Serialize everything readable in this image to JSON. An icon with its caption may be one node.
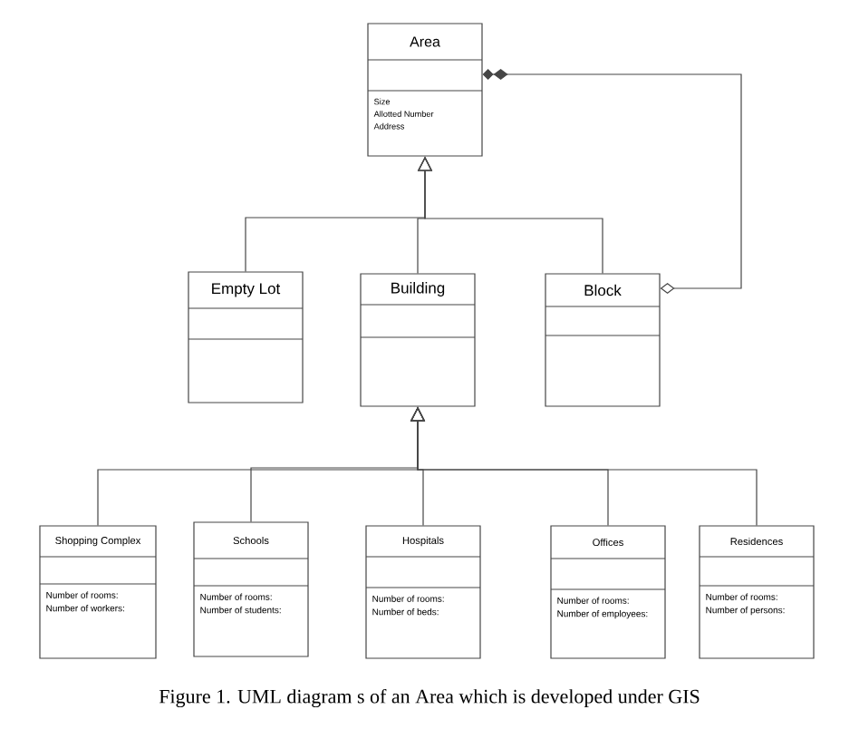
{
  "diagram": {
    "caption": "Figure 1.   UML diagram s of an Area which is developed under GIS",
    "nodes": [
      {
        "text": [
          "Area",
          "Size",
          "Allotted Number",
          "Address"
        ]
      },
      {
        "text": [
          "Empty Lot"
        ]
      },
      {
        "text": [
          "Building"
        ]
      },
      {
        "text": [
          "Block"
        ]
      },
      {
        "text": [
          "Shopping Complex",
          "Number of rooms:",
          "Number of workers:"
        ]
      },
      {
        "text": [
          "Schools",
          "Number of rooms:",
          "Number of students:"
        ]
      },
      {
        "text": [
          "Hospitals",
          "Number of rooms:",
          "Number of  beds:"
        ]
      },
      {
        "text": [
          "Offices",
          "Number of rooms:",
          "Number of employees:"
        ]
      },
      {
        "text": [
          "Residences",
          "Number of rooms:",
          "Number of persons:"
        ]
      }
    ],
    "edges": [
      {
        "from": 1,
        "to": 0,
        "arrow": "to"
      },
      {
        "from": 2,
        "to": 0,
        "arrow": "to"
      },
      {
        "from": 3,
        "to": 0,
        "arrow": "to"
      },
      {
        "from": 3,
        "to": 0,
        "arrow": "other"
      },
      {
        "from": 4,
        "to": 2,
        "arrow": "to"
      },
      {
        "from": 5,
        "to": 2,
        "arrow": "to"
      },
      {
        "from": 6,
        "to": 2,
        "arrow": "to"
      },
      {
        "from": 7,
        "to": 2,
        "arrow": "to"
      },
      {
        "from": 8,
        "to": 2,
        "arrow": "to"
      }
    ]
  }
}
